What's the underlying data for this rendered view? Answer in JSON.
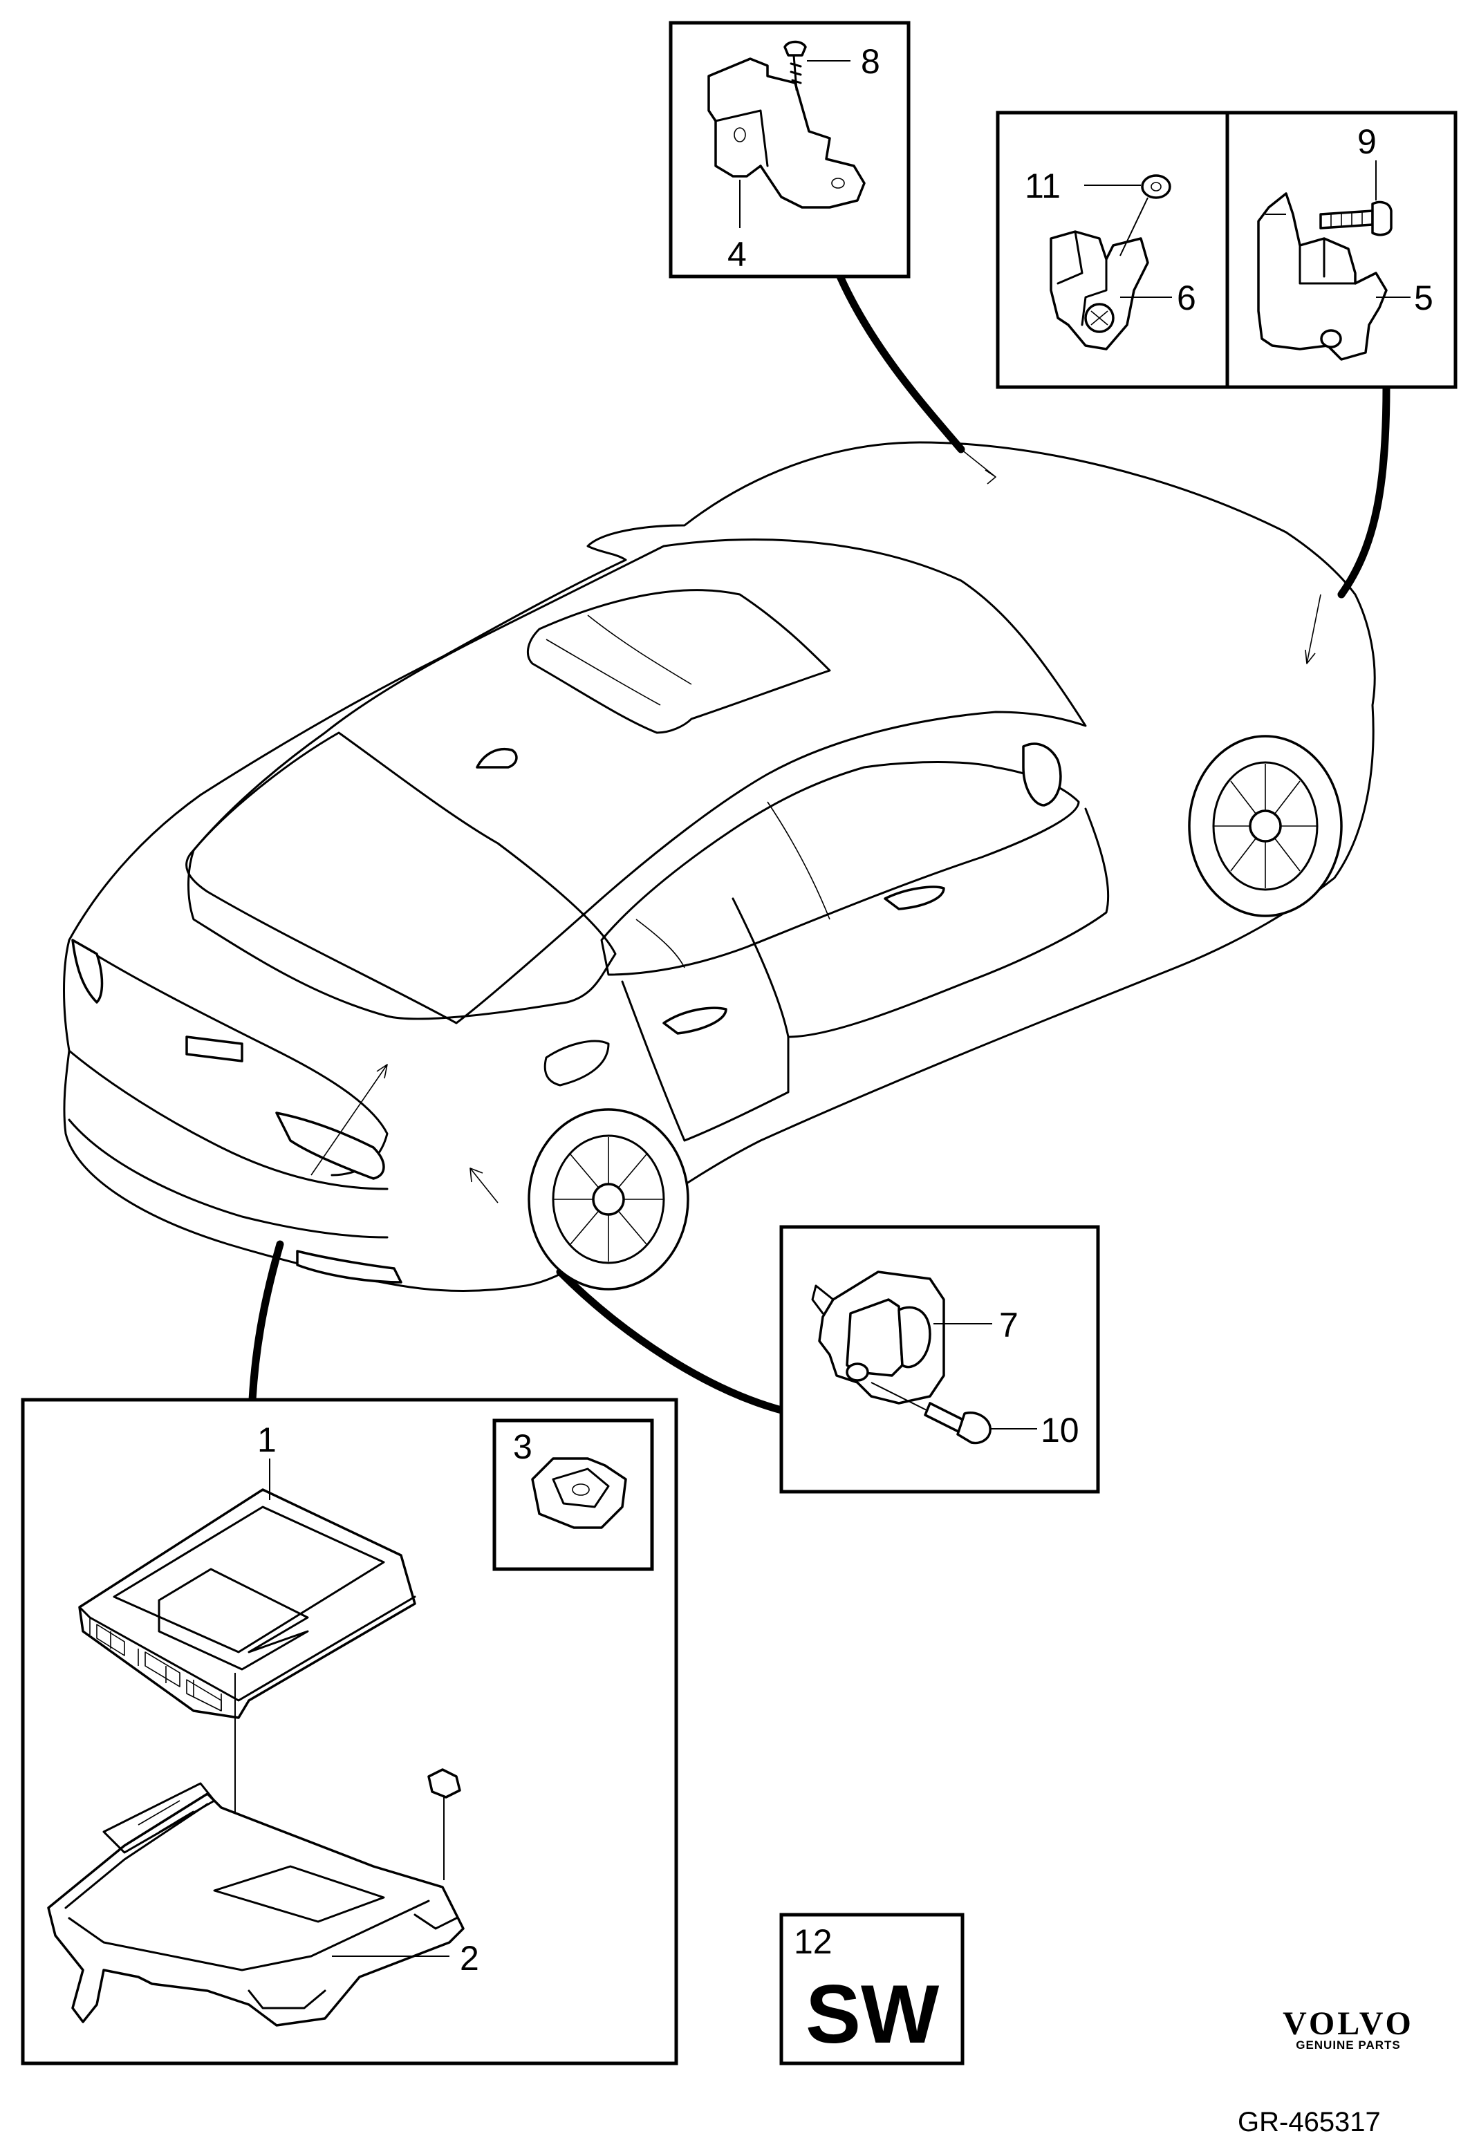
{
  "callouts": {
    "p1": "1",
    "p2": "2",
    "p3": "3",
    "p4": "4",
    "p5": "5",
    "p6": "6",
    "p7": "7",
    "p8": "8",
    "p9": "9",
    "p10": "10",
    "p11": "11",
    "p12": "12"
  },
  "software_box": {
    "label": "SW"
  },
  "branding": {
    "logo_text": "VOLVO",
    "sub_text": "GENUINE PARTS"
  },
  "reference": "GR-465317"
}
